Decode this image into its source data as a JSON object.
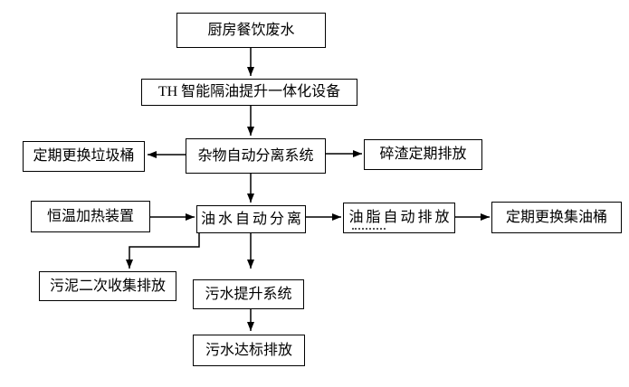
{
  "diagram": {
    "type": "flowchart",
    "nodes": {
      "kitchen": {
        "label": "厨房餐饮废水"
      },
      "device": {
        "label": "TH 智能隔油提升一体化设备"
      },
      "debris": {
        "label": "杂物自动分离系统"
      },
      "trash": {
        "label": "定期更换垃圾桶"
      },
      "residue": {
        "label": "碎渣定期排放"
      },
      "heating": {
        "label": "恒温加热装置"
      },
      "oilwater": {
        "label": "油水自动分离"
      },
      "grease": {
        "label": "油脂自动排放"
      },
      "oilbarrel": {
        "label": "定期更换集油桶"
      },
      "sludge": {
        "label": "污泥二次收集排放"
      },
      "lifting": {
        "label": "污水提升系统"
      },
      "discharge": {
        "label": "污水达标排放"
      }
    },
    "edges": [
      {
        "from": "kitchen",
        "to": "device"
      },
      {
        "from": "device",
        "to": "debris"
      },
      {
        "from": "debris",
        "to": "trash"
      },
      {
        "from": "debris",
        "to": "residue"
      },
      {
        "from": "debris",
        "to": "oilwater"
      },
      {
        "from": "heating",
        "to": "oilwater"
      },
      {
        "from": "oilwater",
        "to": "grease"
      },
      {
        "from": "grease",
        "to": "oilbarrel"
      },
      {
        "from": "oilwater",
        "to": "sludge"
      },
      {
        "from": "oilwater",
        "to": "lifting"
      },
      {
        "from": "lifting",
        "to": "discharge"
      }
    ],
    "colors": {
      "background": "#ffffff",
      "box_fill": "#ffffff",
      "box_border": "#000000",
      "line": "#000000",
      "text": "#000000"
    }
  }
}
